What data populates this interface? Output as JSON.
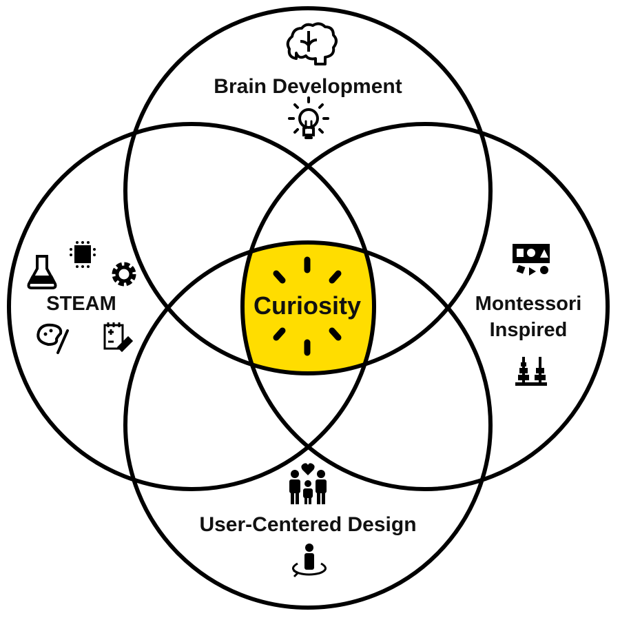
{
  "title": "Curiosity",
  "colors": {
    "center_fill": "#FFDD00",
    "stroke": "#000000"
  },
  "circles": [
    {
      "label": "Brain Development",
      "icons": [
        "brain-icon",
        "lightbulb-icon"
      ]
    },
    {
      "label": "STEAM",
      "icons": [
        "flask-icon",
        "chip-icon",
        "gear-icon",
        "palette-icon",
        "math-notepad-icon"
      ]
    },
    {
      "label_lines": [
        "Montessori",
        "Inspired"
      ],
      "icons": [
        "shapes-puzzle-icon",
        "stacking-toy-icon"
      ]
    },
    {
      "label": "User-Centered Design",
      "icons": [
        "family-icon",
        "person-rotate-icon"
      ]
    }
  ]
}
